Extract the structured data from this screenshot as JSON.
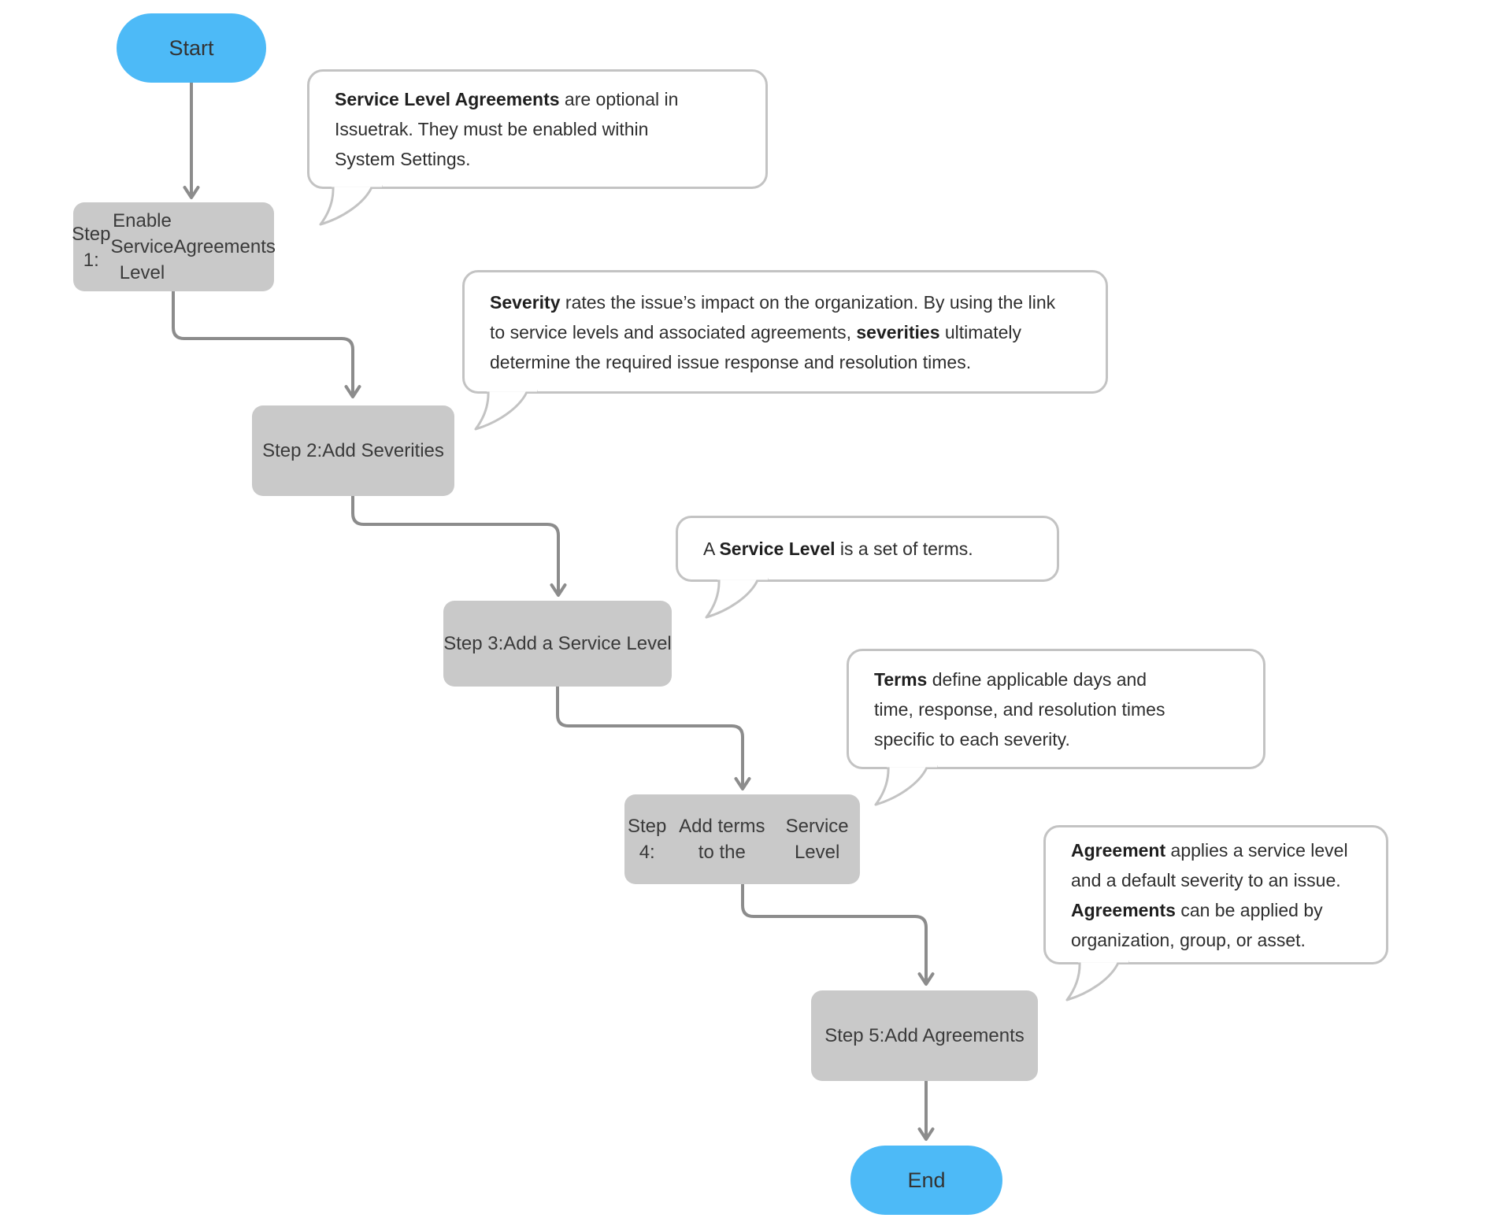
{
  "colors": {
    "node_accent": "#4dbaf7",
    "node_fill": "#c9c9c9",
    "node_text": "#3a3a3a",
    "connector": "#8c8c8c",
    "callout_border": "#c3c3c3",
    "callout_text": "#2e2e2e",
    "callout_bold_text": "#1f1f1f",
    "background": "#ffffff"
  },
  "diagram": {
    "nodes": {
      "start": {
        "label": "Start"
      },
      "step1": {
        "lines": [
          "Step 1:",
          "Enable Service Level",
          "Agreements"
        ]
      },
      "step2": {
        "lines": [
          "Step 2:",
          "Add Severities"
        ]
      },
      "step3": {
        "lines": [
          "Step 3:",
          "Add a Service Level"
        ]
      },
      "step4": {
        "lines": [
          "Step 4:",
          "Add terms to the",
          "Service Level"
        ]
      },
      "step5": {
        "lines": [
          "Step 5:",
          "Add Agreements"
        ]
      },
      "end": {
        "label": "End"
      }
    },
    "callouts": {
      "c1": {
        "lines": [
          [
            {
              "t": "Service Level Agreements",
              "b": true
            },
            {
              "t": " are optional in"
            }
          ],
          [
            {
              "t": "Issuetrak. They must be enabled within"
            }
          ],
          [
            {
              "t": "System Settings."
            }
          ]
        ]
      },
      "c2": {
        "lines": [
          [
            {
              "t": "Severity",
              "b": true
            },
            {
              "t": " rates the issue’s impact on the organization. By using the link"
            }
          ],
          [
            {
              "t": "to service levels and associated agreements, "
            },
            {
              "t": "severities",
              "b": true
            },
            {
              "t": " ultimately"
            }
          ],
          [
            {
              "t": "determine the required issue response and resolution times."
            }
          ]
        ]
      },
      "c3": {
        "lines": [
          [
            {
              "t": "A "
            },
            {
              "t": "Service Level",
              "b": true
            },
            {
              "t": " is a set of terms."
            }
          ]
        ]
      },
      "c4": {
        "lines": [
          [
            {
              "t": "Terms",
              "b": true
            },
            {
              "t": " define applicable days and"
            }
          ],
          [
            {
              "t": "time, response, and resolution times"
            }
          ],
          [
            {
              "t": "specific to each severity."
            }
          ]
        ]
      },
      "c5": {
        "lines": [
          [
            {
              "t": "Agreement",
              "b": true
            },
            {
              "t": " applies a service level"
            }
          ],
          [
            {
              "t": "and a default severity to an issue."
            }
          ],
          [
            {
              "t": "Agreements",
              "b": true
            },
            {
              "t": " can be applied by"
            }
          ],
          [
            {
              "t": "organization, group, or asset."
            }
          ]
        ]
      }
    }
  }
}
